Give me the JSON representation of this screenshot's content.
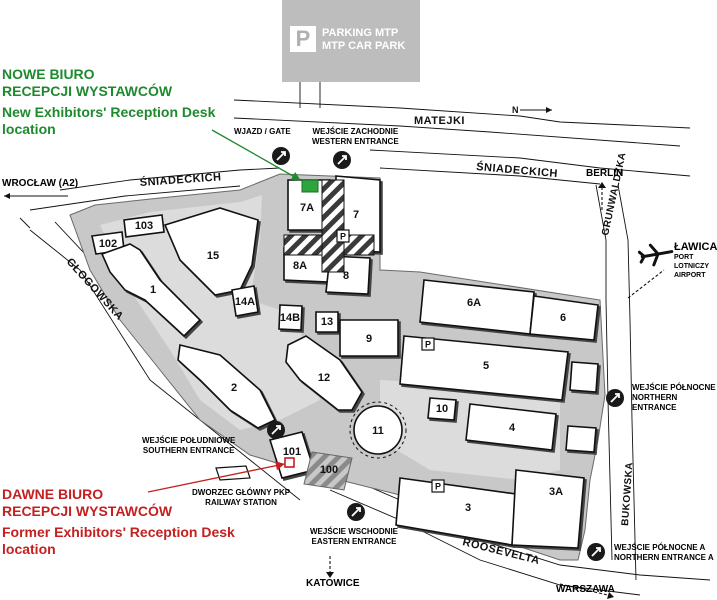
{
  "parking": {
    "icon": "P",
    "line1": "PARKING MTP",
    "line2": "MTP CAR PARK"
  },
  "new_desk": {
    "pl_line1": "NOWE BIURO",
    "pl_line2": "RECEPCJI WYSTAWCÓW",
    "en_line1": "New Exhibitors' Reception Desk",
    "en_line2": "location",
    "color": "#1e8a2e"
  },
  "old_desk": {
    "pl_line1": "DAWNE BIURO",
    "pl_line2": "RECEPCJI WYSTAWCÓW",
    "en_line1": "Former Exhibitors' Reception Desk",
    "en_line2": "location",
    "color": "#c42020"
  },
  "streets": {
    "matejki": "MATEJKI",
    "sniadeckich_left": "ŚNIADECKICH",
    "sniadeckich_right": "ŚNIADECKICH",
    "glogowska": "GŁOGOWSKA",
    "grunwaldzka": "GRUNWALDZKA",
    "bukowska": "BUKOWSKA",
    "roosevelta": "ROOSEVELTA"
  },
  "directions": {
    "wroclaw": "WROCŁAW (A2)",
    "berlin": "BERLIN",
    "katowice": "KATOWICE",
    "warszawa": "WARSZAWA",
    "north": "N"
  },
  "airport": {
    "name": "ŁAWICA",
    "line2": "PORT LOTNICZY",
    "line3": "AIRPORT"
  },
  "entrances": {
    "gate": "WJAZD / GATE",
    "western_pl": "WEJŚCIE ZACHODNIE",
    "western_en": "WESTERN ENTRANCE",
    "southern_pl": "WEJŚCIE POŁUDNIOWE",
    "southern_en": "SOUTHERN ENTRANCE",
    "eastern_pl": "WEJŚCIE WSCHODNIE",
    "eastern_en": "EASTERN ENTRANCE",
    "northern_pl": "WEJŚCIE PÓŁNOCNE",
    "northern_en": "NORTHERN ENTRANCE",
    "northern_a_pl": "WEJŚCIE PÓŁNOCNE A",
    "northern_a_en": "NORTHERN ENTRANCE A"
  },
  "station": {
    "line1": "DWORZEC GŁÓWNY PKP",
    "line2": "RAILWAY STATION"
  },
  "buildings": {
    "b1": "1",
    "b2": "2",
    "b3": "3",
    "b3a": "3A",
    "b4": "4",
    "b5": "5",
    "b6": "6",
    "b6a": "6A",
    "b7": "7",
    "b7a": "7A",
    "b8": "8",
    "b8a": "8A",
    "b9": "9",
    "b10": "10",
    "b11": "11",
    "b12": "12",
    "b13": "13",
    "b14a": "14A",
    "b14b": "14B",
    "b15": "15",
    "b100": "100",
    "b101": "101",
    "b102": "102",
    "b103": "103"
  },
  "icons": {
    "entrance": "entrance-icon",
    "parking": "parking-icon",
    "airport": "airplane-icon"
  }
}
